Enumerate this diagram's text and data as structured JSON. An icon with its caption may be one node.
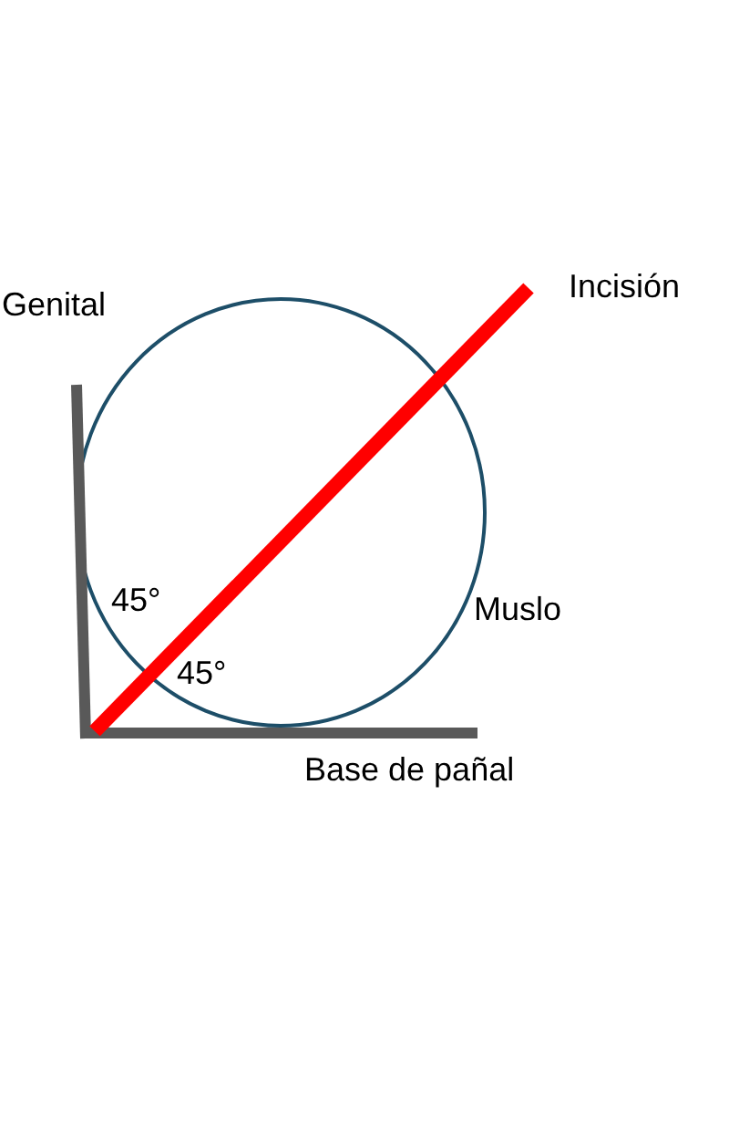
{
  "diagram": {
    "labels": [
      "Incisión",
      "Genital",
      "45°",
      "Muslo",
      "45°",
      "Base de pañal"
    ]
  }
}
